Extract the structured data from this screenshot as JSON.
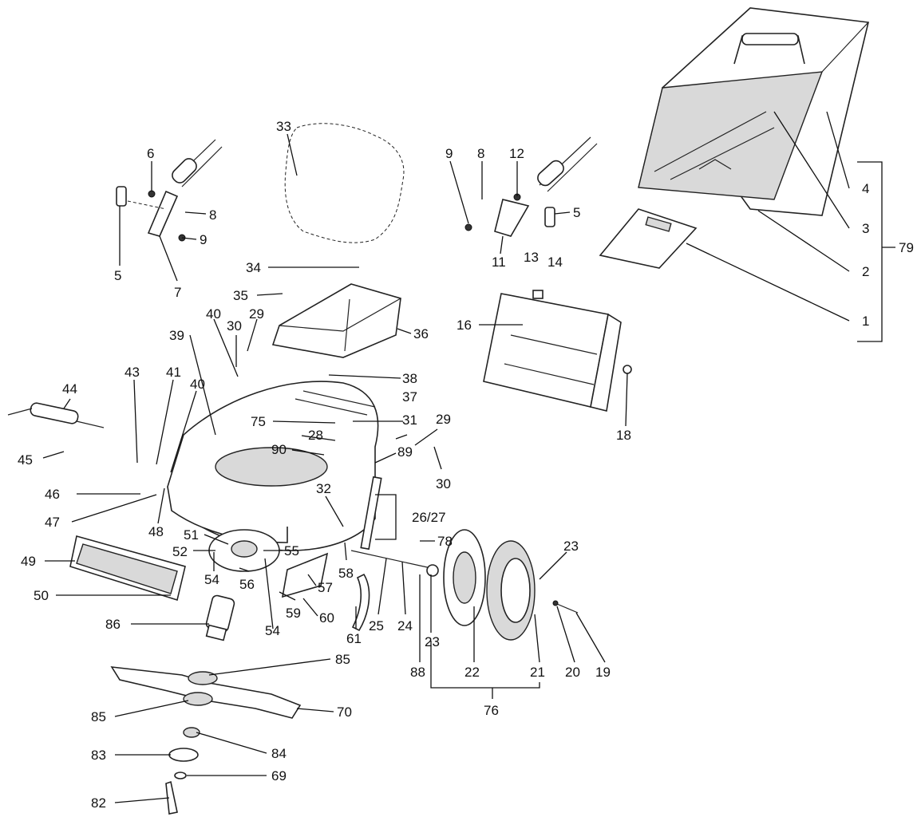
{
  "callouts": {
    "c33": "33",
    "c6": "6",
    "c8a": "8",
    "c9a": "9",
    "c5a": "5",
    "c7": "7",
    "c9b": "9",
    "c8b": "8",
    "c12": "12",
    "c5b": "5",
    "c11": "11",
    "c13": "13",
    "c14": "14",
    "c16": "16",
    "c18": "18",
    "c4": "4",
    "c3": "3",
    "c2": "2",
    "c1": "1",
    "c79": "79",
    "c34": "34",
    "c35": "35",
    "c36": "36",
    "c39": "39",
    "c40a": "40",
    "c30a": "30",
    "c29a": "29",
    "c38": "38",
    "c37": "37",
    "c31": "31",
    "c29b": "29",
    "c75": "75",
    "c28": "28",
    "c90": "90",
    "c89": "89",
    "c30b": "30",
    "c43": "43",
    "c41": "41",
    "c40b": "40",
    "c44": "44",
    "c45": "45",
    "c46": "46",
    "c47": "47",
    "c48": "48",
    "c32": "32",
    "c2627": "26/27",
    "c78": "78",
    "c23a": "23",
    "c51": "51",
    "c52": "52",
    "c55": "55",
    "c49": "49",
    "c50": "50",
    "c54a": "54",
    "c56": "56",
    "c58": "58",
    "c57": "57",
    "c59": "59",
    "c60": "60",
    "c54b": "54",
    "c61": "61",
    "c25": "25",
    "c24": "24",
    "c23b": "23",
    "c88": "88",
    "c22": "22",
    "c21": "21",
    "c20": "20",
    "c19": "19",
    "c76": "76",
    "c86": "86",
    "c85a": "85",
    "c85b": "85",
    "c70": "70",
    "c83": "83",
    "c84": "84",
    "c69": "69",
    "c82": "82"
  }
}
